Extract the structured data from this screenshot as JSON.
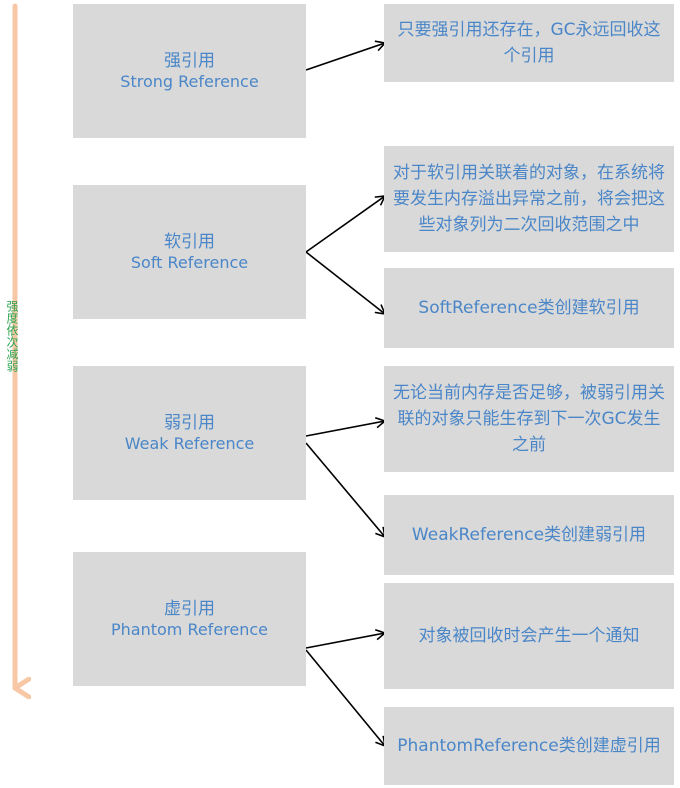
{
  "axis": {
    "label": "强度依次减弱"
  },
  "types": [
    {
      "zh": "强引用",
      "en": "Strong Reference"
    },
    {
      "zh": "软引用",
      "en": "Soft Reference"
    },
    {
      "zh": "弱引用",
      "en": "Weak Reference"
    },
    {
      "zh": "虚引用",
      "en": "Phantom Reference"
    }
  ],
  "notes": [
    "只要强引用还存在，GC永远回收这个引用",
    "对于软引用关联着的对象，在系统将要发生内存溢出异常之前，将会把这些对象列为二次回收范围之中",
    "SoftReference类创建软引用",
    "无论当前内存是否足够，被弱引用关联的对象只能生存到下一次GC发生之前",
    "WeakReference类创建弱引用",
    "对象被回收时会产生一个通知",
    "PhantomReference类创建虚引用"
  ],
  "colors": {
    "box": "#d9d9d9",
    "text": "#4a86c8",
    "axis": "#f8c8a6",
    "axis_label": "#2ea44f"
  }
}
